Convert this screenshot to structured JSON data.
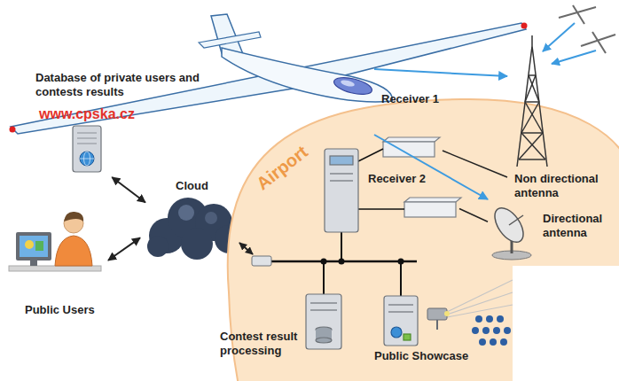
{
  "diagram": {
    "nodes": [
      {
        "text": [
          "Database of private users and contests results"
        ]
      },
      {
        "text": [
          "www.cpska.cz"
        ]
      },
      {
        "text": [
          "Cloud"
        ]
      },
      {
        "text": [
          "Public Users"
        ]
      },
      {
        "text": [
          "Airport"
        ]
      },
      {
        "text": [
          "Receiver 1"
        ],
        "in": 4
      },
      {
        "text": [
          "Receiver 2"
        ],
        "in": 4
      },
      {
        "text": [
          "Non directional antenna"
        ],
        "in": 4
      },
      {
        "text": [
          "Directional antenna"
        ],
        "in": 4
      },
      {
        "text": [
          "Contest result processing"
        ],
        "in": 4
      },
      {
        "text": [
          "Public Showcase"
        ],
        "in": 4
      }
    ],
    "edges": [
      {
        "from": 0,
        "to": 7,
        "arrow": "to"
      },
      {
        "from": 0,
        "to": 8,
        "arrow": "to"
      },
      {
        "from": 5,
        "to": 7,
        "arrow": "none"
      },
      {
        "from": 6,
        "to": 8,
        "arrow": "none"
      },
      {
        "from": 1,
        "to": 2,
        "arrow": "both"
      },
      {
        "from": 2,
        "to": 3,
        "arrow": "both"
      }
    ]
  }
}
